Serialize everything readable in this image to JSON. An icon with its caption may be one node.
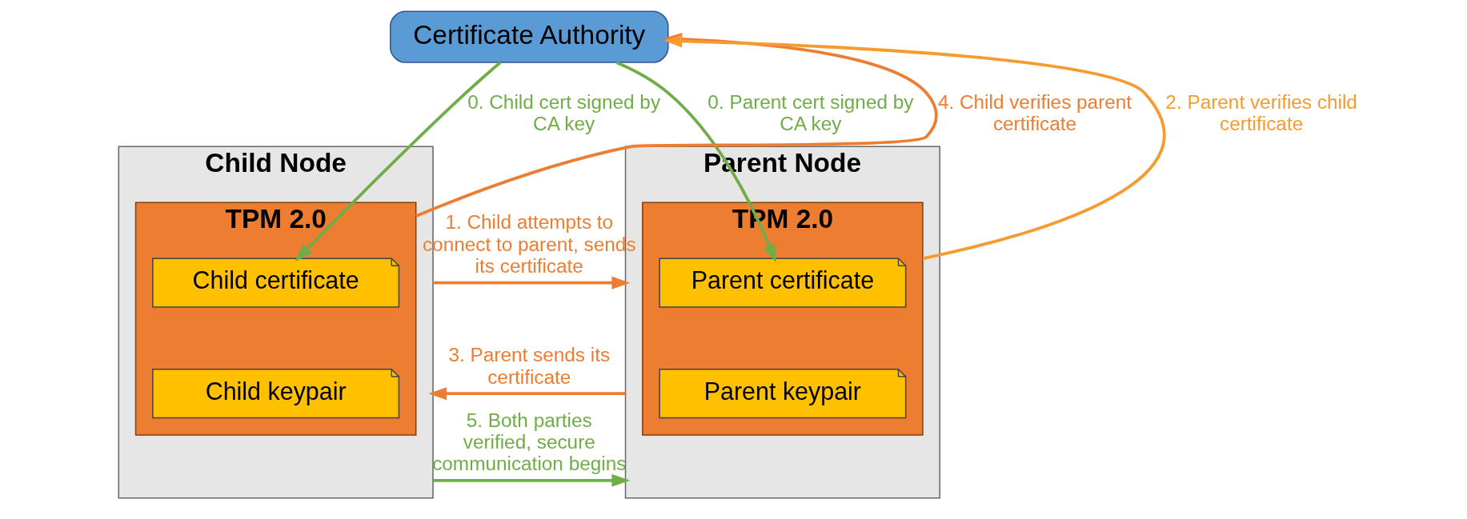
{
  "diagram": {
    "nodes": [
      {
        "text": [
          "Certificate Authority"
        ]
      },
      {
        "text": [
          "Child Node"
        ]
      },
      {
        "text": [
          "TPM 2.0"
        ],
        "in": 1
      },
      {
        "text": [
          "Child certificate"
        ],
        "in": 2
      },
      {
        "text": [
          "Child keypair"
        ],
        "in": 2
      },
      {
        "text": [
          "Parent Node"
        ]
      },
      {
        "text": [
          "TPM 2.0"
        ],
        "in": 5
      },
      {
        "text": [
          "Parent certificate"
        ],
        "in": 6
      },
      {
        "text": [
          "Parent keypair"
        ],
        "in": 6
      }
    ],
    "edges": [
      {
        "from": 0,
        "to": 3,
        "arrow": "to",
        "label": "0. Child cert signed by CA key",
        "color": "#70ad47"
      },
      {
        "from": 0,
        "to": 7,
        "arrow": "to",
        "label": "0. Parent cert signed by CA key",
        "color": "#70ad47"
      },
      {
        "from": 2,
        "to": 0,
        "arrow": "to",
        "label": "4. Child verifies parent certificate",
        "color": "#ed7d31"
      },
      {
        "from": 6,
        "to": 0,
        "arrow": "to",
        "label": "2. Parent verifies child certificate",
        "color": "#f79a30"
      },
      {
        "from": 1,
        "to": 5,
        "arrow": "to",
        "label": "1. Child attempts to connect to parent, sends its certificate",
        "color": "#ed7d31"
      },
      {
        "from": 5,
        "to": 1,
        "arrow": "to",
        "label": "3. Parent sends its certificate",
        "color": "#ed7d31"
      },
      {
        "from": 1,
        "to": 5,
        "arrow": "to",
        "label": "5. Both parties verified, secure communication begins",
        "color": "#70ad47"
      }
    ]
  }
}
